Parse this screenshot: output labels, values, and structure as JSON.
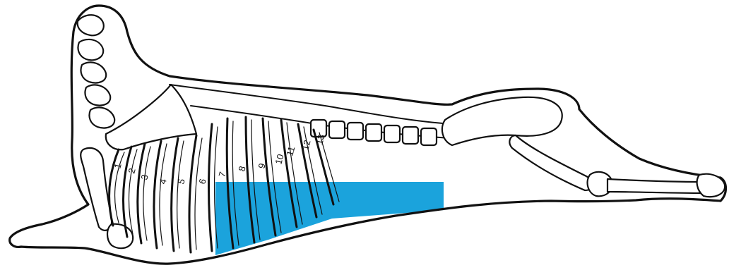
{
  "diagram": {
    "rib_labels": [
      "1",
      "2",
      "3",
      "4",
      "5",
      "6",
      "7",
      "8",
      "9",
      "10",
      "11",
      "12",
      "13"
    ],
    "highlight_color": "#1ba3dc",
    "line_color": "#111111",
    "background_color": "#ffffff"
  }
}
